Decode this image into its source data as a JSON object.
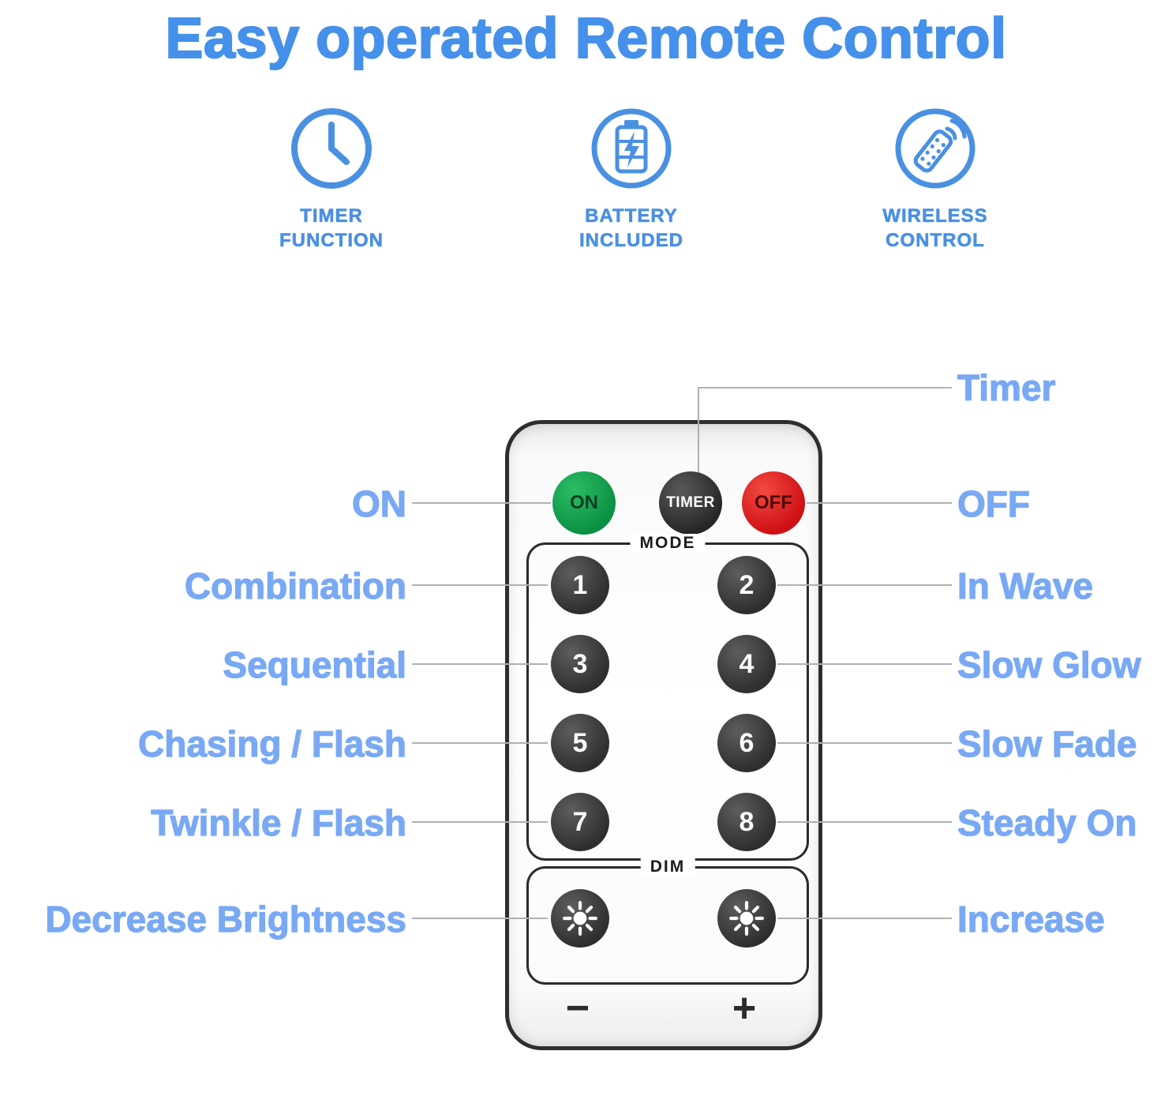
{
  "title": "Easy operated Remote Control",
  "features": [
    {
      "line1": "TIMER",
      "line2": "FUNCTION"
    },
    {
      "line1": "BATTERY",
      "line2": "INCLUDED"
    },
    {
      "line1": "WIRELESS",
      "line2": "CONTROL"
    }
  ],
  "remote": {
    "on_label": "ON",
    "timer_label": "TIMER",
    "off_label": "OFF",
    "mode_label": "MODE",
    "mode_buttons": [
      "1",
      "2",
      "3",
      "4",
      "5",
      "6",
      "7",
      "8"
    ],
    "dim_label": "DIM",
    "minus_label": "−",
    "plus_label": "+"
  },
  "annotations": {
    "timer": "Timer",
    "left": [
      "ON",
      "Combination",
      "Sequential",
      "Chasing / Flash",
      "Twinkle / Flash",
      "Decrease Brightness"
    ],
    "right": [
      "OFF",
      "In Wave",
      "Slow Glow",
      "Slow Fade",
      "Steady On",
      "Increase"
    ]
  },
  "colors": {
    "title_blue": "#4590ea",
    "annotation_blue": "#79a9f5",
    "icon_blue": "#4a90e2",
    "on_green": "#0a8f43",
    "off_red": "#ce0e14",
    "button_dark": "#3a3a3a"
  }
}
